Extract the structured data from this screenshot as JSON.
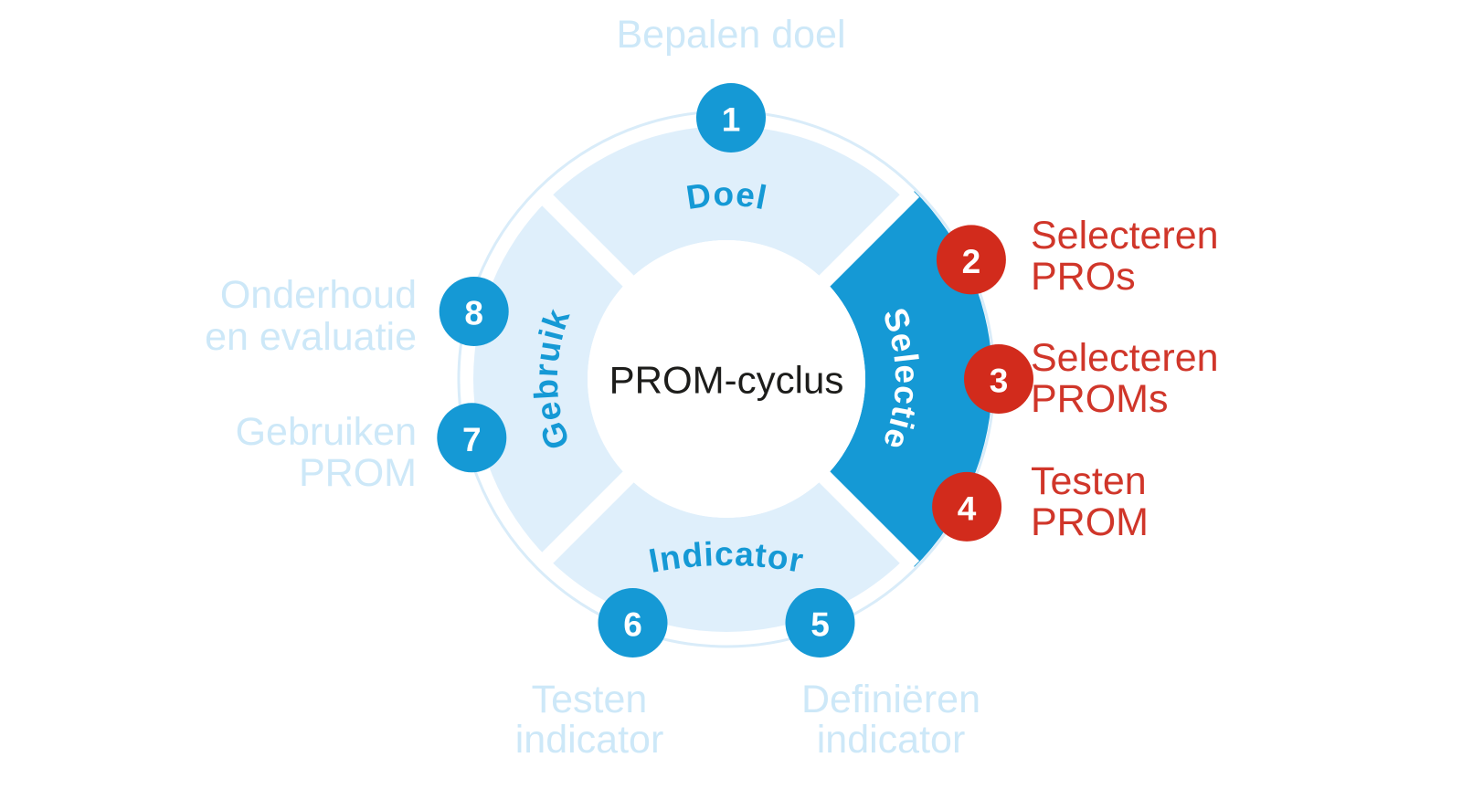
{
  "title": "PROM-cyclus",
  "colors": {
    "blue": "#1599d5",
    "light_blue_fill": "#dfeffb",
    "pale_outline": "#d9ecf9",
    "pale_text": "#cde8f8",
    "red_circle": "#d22b1c",
    "red_text": "#d0362a",
    "title_text": "#1d1d1b",
    "white": "#ffffff"
  },
  "segments": [
    {
      "label": "Doel",
      "highlighted": false
    },
    {
      "label": "Selectie",
      "highlighted": true
    },
    {
      "label": "Indicator",
      "highlighted": false
    },
    {
      "label": "Gebruik",
      "highlighted": false
    }
  ],
  "steps": [
    {
      "number": "1",
      "l1": "Bepalen doel",
      "emphasis": "inactive"
    },
    {
      "number": "2",
      "l1": "Selecteren",
      "l2": "PROs",
      "emphasis": "active"
    },
    {
      "number": "3",
      "l1": "Selecteren",
      "l2": "PROMs",
      "emphasis": "active"
    },
    {
      "number": "4",
      "l1": "Testen",
      "l2": "PROM",
      "emphasis": "active"
    },
    {
      "number": "5",
      "l1": "Definiëren",
      "l2": "indicator",
      "emphasis": "inactive"
    },
    {
      "number": "6",
      "l1": "Testen",
      "l2": "indicator",
      "emphasis": "inactive"
    },
    {
      "number": "7",
      "l1": "Gebruiken",
      "l2": "PROM",
      "emphasis": "inactive"
    },
    {
      "number": "8",
      "l1": "Onderhoud",
      "l2": "en evaluatie",
      "emphasis": "inactive"
    }
  ]
}
